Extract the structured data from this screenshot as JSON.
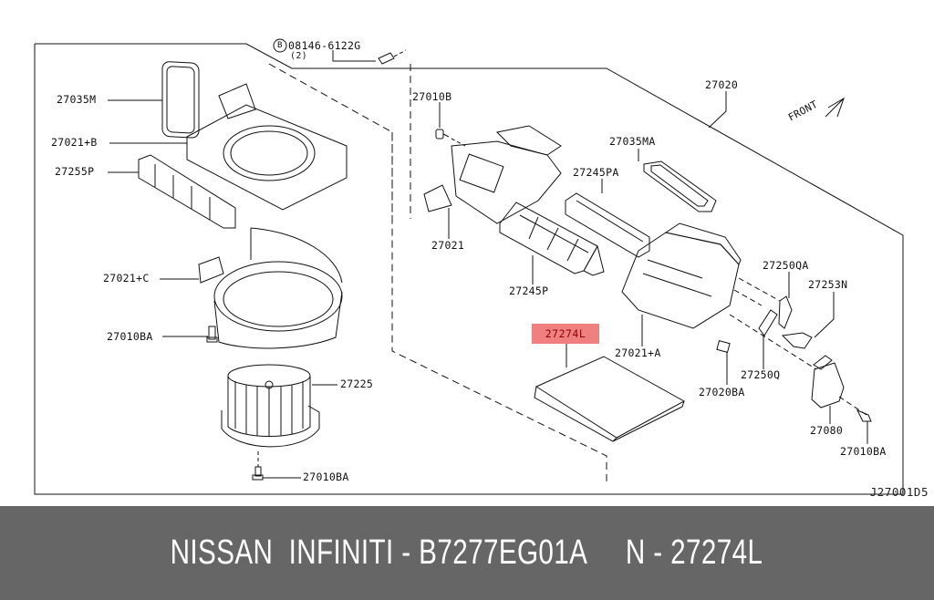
{
  "diagram": {
    "drawing_code": "J27001D5",
    "front_label": "FRONT",
    "bolt_note": {
      "symbol": "B",
      "part": "08146-6122G",
      "qty": "(2)"
    },
    "highlight_color": "#f08080",
    "highlighted_part": "27274L",
    "parts": [
      {
        "id": "p1",
        "label": "27035M"
      },
      {
        "id": "p2",
        "label": "27021+B"
      },
      {
        "id": "p3",
        "label": "27255P"
      },
      {
        "id": "p4",
        "label": "27021+C"
      },
      {
        "id": "p5",
        "label": "27010BA"
      },
      {
        "id": "p6",
        "label": "27225"
      },
      {
        "id": "p7",
        "label": "27010BA"
      },
      {
        "id": "p8",
        "label": "27010B"
      },
      {
        "id": "p9",
        "label": "27021"
      },
      {
        "id": "p10",
        "label": "27020"
      },
      {
        "id": "p11",
        "label": "27035MA"
      },
      {
        "id": "p12",
        "label": "27245PA"
      },
      {
        "id": "p13",
        "label": "27245P"
      },
      {
        "id": "p14",
        "label": "27274L"
      },
      {
        "id": "p15",
        "label": "27021+A"
      },
      {
        "id": "p16",
        "label": "27250QA"
      },
      {
        "id": "p17",
        "label": "27253N"
      },
      {
        "id": "p18",
        "label": "27250Q"
      },
      {
        "id": "p19",
        "label": "27020BA"
      },
      {
        "id": "p20",
        "label": "27080"
      },
      {
        "id": "p21",
        "label": "27010BA"
      }
    ]
  },
  "banner": {
    "text": "NISSAN  INFINITI - B7277EG01A     N - 27274L",
    "background": "#666666",
    "text_color": "#ffffff"
  }
}
